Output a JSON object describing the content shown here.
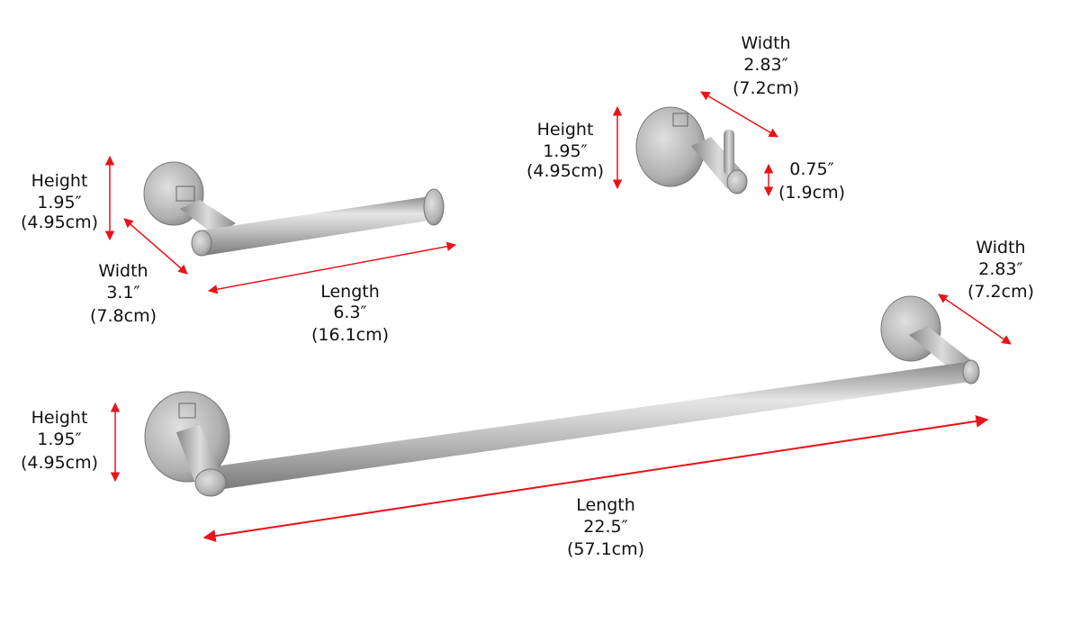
{
  "colors": {
    "arrow": "#e8141b",
    "metal_light": "#e4e4e4",
    "metal_mid": "#b4b4b4",
    "metal_dark": "#7c7c7c",
    "text": "#111111"
  },
  "toilet_paper_holder": {
    "height": {
      "label": "Height",
      "inches": "1.95″",
      "cm": "(4.95cm)"
    },
    "width": {
      "label": "Width",
      "inches": "3.1″",
      "cm": "(7.8cm)"
    },
    "length": {
      "label": "Length",
      "inches": "6.3″",
      "cm": "(16.1cm)"
    }
  },
  "robe_hook": {
    "height": {
      "label": "Height",
      "inches": "1.95″",
      "cm": "(4.95cm)"
    },
    "width": {
      "label": "Width",
      "inches": "2.83″",
      "cm": "(7.2cm)"
    },
    "depth": {
      "inches": "0.75″",
      "cm": "(1.9cm)"
    }
  },
  "towel_bar": {
    "height": {
      "label": "Height",
      "inches": "1.95″",
      "cm": "(4.95cm)"
    },
    "width": {
      "label": "Width",
      "inches": "2.83″",
      "cm": "(7.2cm)"
    },
    "length": {
      "label": "Length",
      "inches": "22.5″",
      "cm": "(57.1cm)"
    }
  }
}
